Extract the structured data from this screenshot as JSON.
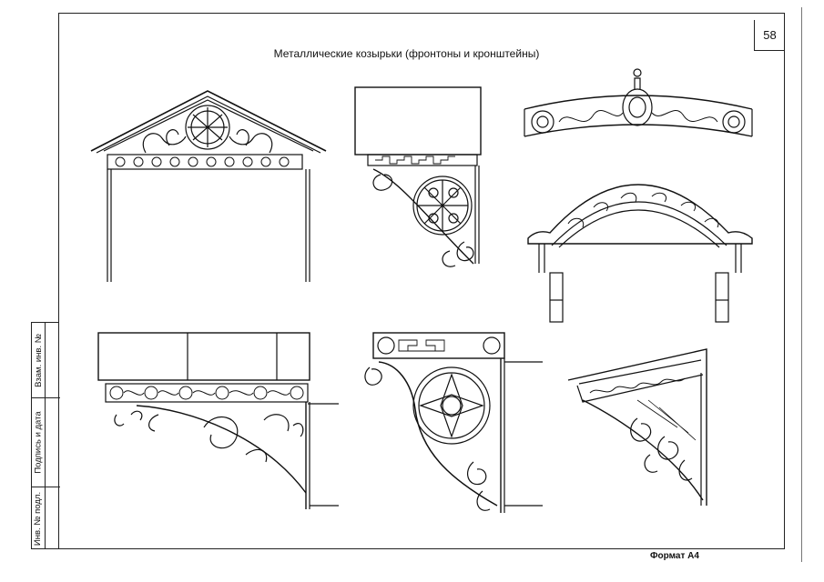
{
  "page": {
    "number": "58",
    "title": "Металлические козырьки (фронтоны и кронштейны)",
    "format": "Формат А4"
  },
  "stamp": {
    "cells": [
      "Инв. № подл.",
      "Подпись и дата",
      "Взам. инв. №"
    ]
  },
  "figures": [
    {
      "icon": "gable-canopy-icon"
    },
    {
      "icon": "bracket-scroll-icon"
    },
    {
      "icon": "arched-rail-icon"
    },
    {
      "icon": "arched-canopy-icon"
    },
    {
      "icon": "flat-canopy-icon"
    },
    {
      "icon": "large-bracket-icon"
    },
    {
      "icon": "triangular-bracket-icon"
    }
  ]
}
